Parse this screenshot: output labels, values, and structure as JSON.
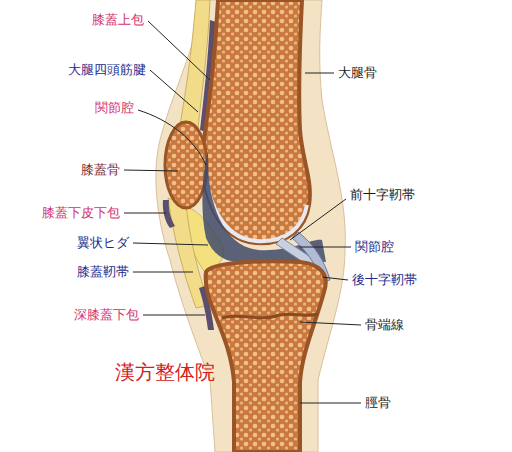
{
  "diagram": {
    "labels": [
      "膝蓋上包",
      "大腿四頭筋腱",
      "関節腔",
      "膝蓋骨",
      "膝蓋下皮下包",
      "翼状ヒダ",
      "膝蓋靭帯",
      "深膝蓋下包",
      "大腿骨",
      "前十字靭帯",
      "関節腔",
      "後十字靭帯",
      "骨端線",
      "脛骨",
      "漢方整体院"
    ]
  }
}
